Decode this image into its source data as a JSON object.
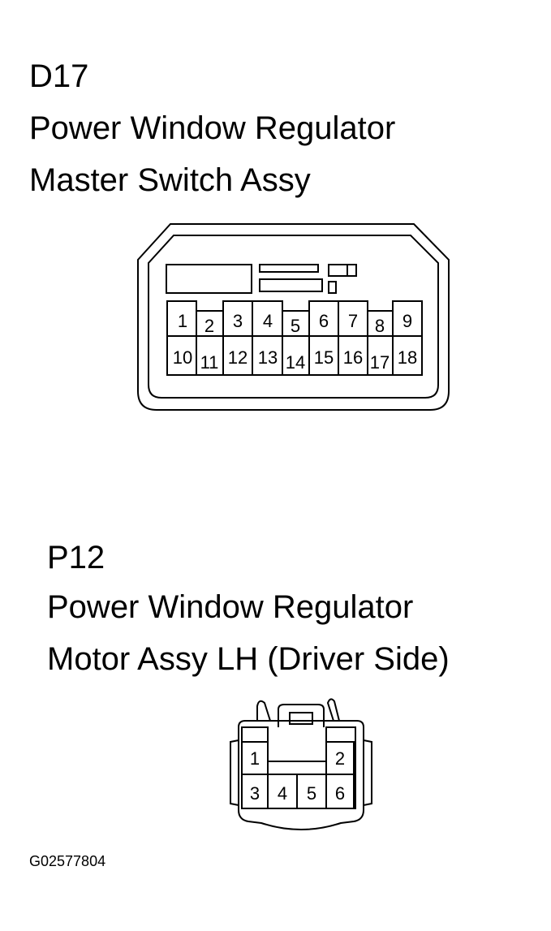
{
  "connector_d17": {
    "code": "D17",
    "name_line1": "Power Window Regulator",
    "name_line2": "Master Switch Assy",
    "pins_top": [
      "1",
      "2",
      "3",
      "4",
      "5",
      "6",
      "7",
      "8",
      "9"
    ],
    "pins_bottom": [
      "10",
      "11",
      "12",
      "13",
      "14",
      "15",
      "16",
      "17",
      "18"
    ]
  },
  "connector_p12": {
    "code": "P12",
    "name_line1": "Power Window Regulator",
    "name_line2": "Motor Assy LH (Driver Side)",
    "pins_top": [
      "1",
      "2"
    ],
    "pins_bottom": [
      "3",
      "4",
      "5",
      "6"
    ]
  },
  "figure_code": "G02577804"
}
